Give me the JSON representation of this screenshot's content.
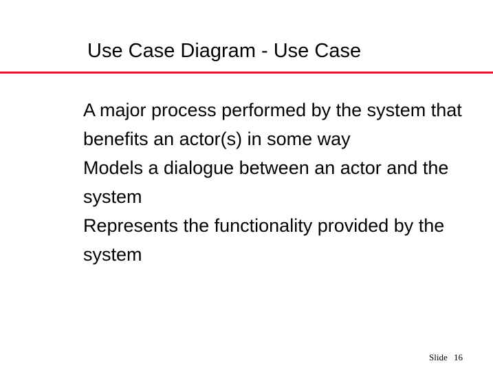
{
  "slide": {
    "title": "Use Case Diagram - Use Case",
    "accent_color": "#e8112d",
    "points": [
      "A major process performed by the system that benefits an actor(s) in some way",
      "Models a dialogue between an actor and the system",
      "Represents the functionality provided by the system"
    ],
    "footer": {
      "label": "Slide",
      "number": "16"
    }
  }
}
